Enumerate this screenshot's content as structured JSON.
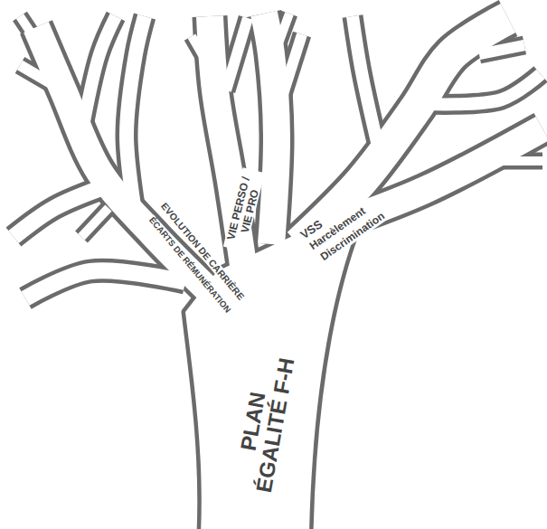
{
  "diagram": {
    "labels": [
      "PLAN ÉGALITÉ F-H",
      "EVOLUTION DE CARRIÈRE",
      "ÉCARTS DE RÉMUNÉRATION",
      "VIE PERSO / VIE PRO",
      "VSS",
      "Harcèlement",
      "Discrimination"
    ]
  }
}
